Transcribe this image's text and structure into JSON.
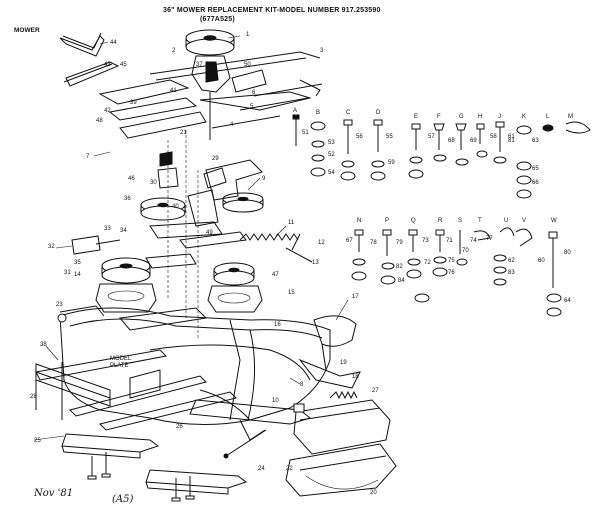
{
  "header": {
    "line1": "36\" MOWER REPLACEMENT KIT-MODEL NUMBER 917.253590",
    "line2": "(677A525)"
  },
  "section_label": "MOWER",
  "model_plate": [
    "MODEL",
    "PLATE"
  ],
  "date_note": "Nov '81",
  "code_note": "(A5)",
  "hardware_letters": [
    "A",
    "B",
    "C",
    "D",
    "E",
    "F",
    "G",
    "H",
    "J",
    "K",
    "L",
    "M",
    "N",
    "P",
    "Q",
    "R",
    "S",
    "T",
    "U",
    "V",
    "W"
  ],
  "hardware_numbers": [
    "51",
    "52",
    "53",
    "54",
    "55",
    "56",
    "57",
    "58",
    "59",
    "60",
    "61",
    "62",
    "63",
    "64",
    "65",
    "66",
    "67",
    "68",
    "69",
    "70",
    "71",
    "72",
    "73",
    "74",
    "75",
    "76",
    "77",
    "78",
    "79",
    "80",
    "81",
    "82",
    "83",
    "84"
  ],
  "callouts": {
    "c1": "1",
    "c2": "2",
    "c3": "3",
    "c4": "4",
    "c5": "5",
    "c6": "6",
    "c7": "7",
    "c8": "8",
    "c9": "9",
    "c10": "10",
    "c11": "11",
    "c12": "12",
    "c13": "13",
    "c14": "14",
    "c15": "15",
    "c16": "16",
    "c17": "17",
    "c18": "18",
    "c19": "19",
    "c20": "20",
    "c21": "21",
    "c22": "22",
    "c23": "23",
    "c24": "24",
    "c25": "25",
    "c26": "26",
    "c27": "27",
    "c28": "28",
    "c29": "29",
    "c30": "30",
    "c31": "31",
    "c32": "32",
    "c33": "33",
    "c34": "34",
    "c35": "35",
    "c36": "36",
    "c37": "37",
    "c38": "38",
    "c39": "39",
    "c40": "40",
    "c41": "41",
    "c42": "42",
    "c43": "43",
    "c44": "44",
    "c45": "45",
    "c46": "46",
    "c47": "47",
    "c48": "48",
    "c49": "49",
    "c50": "50"
  }
}
